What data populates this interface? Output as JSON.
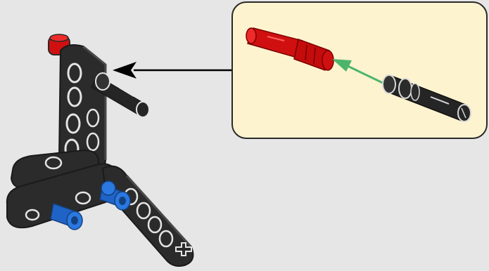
{
  "page": {
    "background": "#e6e6e6"
  },
  "callout": {
    "background": "#fdf3cf",
    "border": "#2a2a2a",
    "step": "insert-pin-into-axle-connector"
  },
  "colors": {
    "beam": "#2b2b2b",
    "beam_highlight": "#4a4a4a",
    "beam_hole": "#e4e4e4",
    "red_part": "#d01010",
    "blue_pin": "#1f63c6",
    "black_pin": "#252525",
    "guide_arrow": "#4cb56a",
    "pointer_arrow": "#000000"
  },
  "icons": {
    "red_part": "red-axle-connector",
    "black_pin": "black-friction-pin",
    "blue_pins": "blue-axle-pin"
  }
}
